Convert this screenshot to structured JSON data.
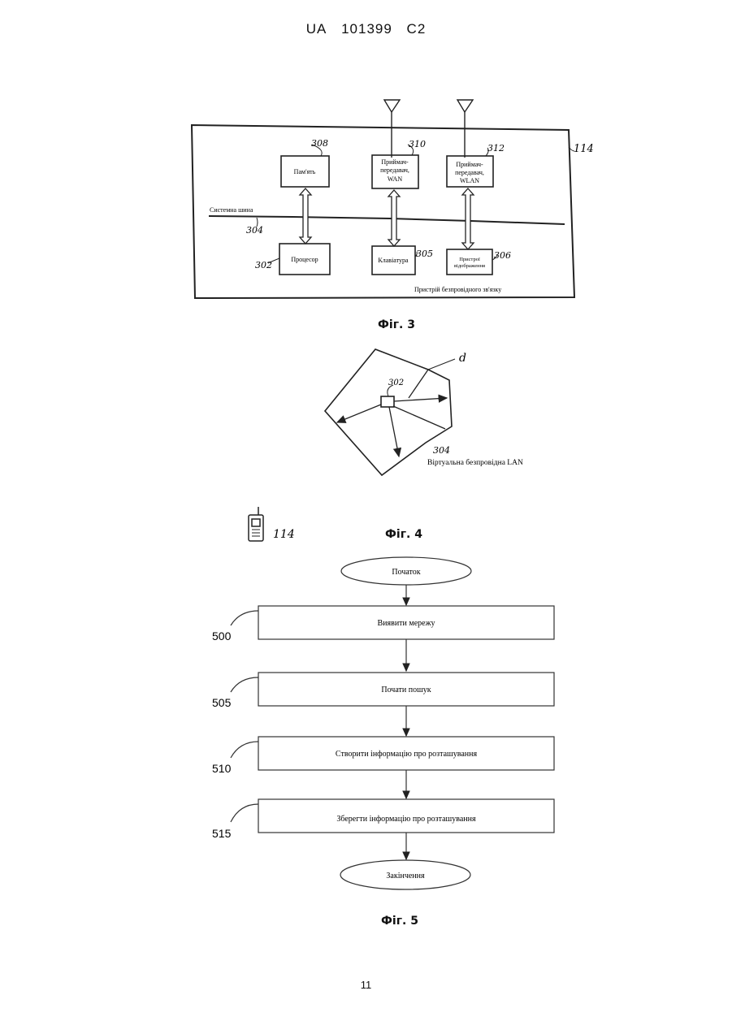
{
  "header": {
    "office": "UA",
    "number": "101399",
    "kind": "C2"
  },
  "fig3": {
    "caption": "Фіг. 3",
    "device_ref": "114",
    "bus_label": "Системна шина",
    "bus_ref": "304",
    "device_label": "Пристрій безпровідного зв'язку",
    "blocks": {
      "memory": {
        "label": "Пам'ять",
        "ref": "308"
      },
      "wan": {
        "line1": "Приймач-",
        "line2": "передавач,",
        "line3": "WAN",
        "ref": "310"
      },
      "wlan": {
        "line1": "Приймач-",
        "line2": "передавач,",
        "line3": "WLAN",
        "ref": "312"
      },
      "processor": {
        "label": "Процесор",
        "ref": "302"
      },
      "keyboard": {
        "label": "Клавіатура",
        "ref": "305"
      },
      "display": {
        "line1": "Пристрої",
        "line2": "відображення",
        "ref": "306"
      }
    }
  },
  "fig4": {
    "caption": "Фіг. 4",
    "node_ref": "302",
    "distance_label": "d",
    "boundary_ref": "304",
    "area_label": "Віртуальна безпровідна LAN",
    "phone_ref": "114"
  },
  "fig5": {
    "caption": "Фіг. 5",
    "start": "Початок",
    "end": "Закінчення",
    "steps": [
      {
        "ref": "500",
        "label": "Виявити мережу"
      },
      {
        "ref": "505",
        "label": "Почати пошук"
      },
      {
        "ref": "510",
        "label": "Створити інформацію про розташування"
      },
      {
        "ref": "515",
        "label": "Зберегти інформацію про розташування"
      }
    ]
  },
  "footer": {
    "page": "11"
  }
}
